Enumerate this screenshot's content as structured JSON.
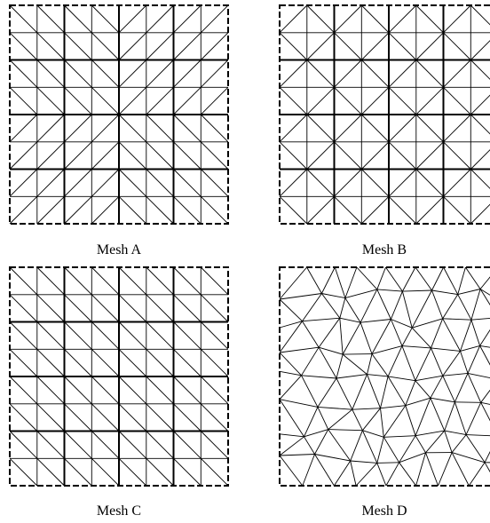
{
  "figure": {
    "panels": [
      {
        "id": "mesh-a",
        "caption": "Mesh A"
      },
      {
        "id": "mesh-b",
        "caption": "Mesh B"
      },
      {
        "id": "mesh-c",
        "caption": "Mesh C"
      },
      {
        "id": "mesh-d",
        "caption": "Mesh D"
      }
    ]
  },
  "style": {
    "line_color": "#000000",
    "background": "#ffffff"
  }
}
